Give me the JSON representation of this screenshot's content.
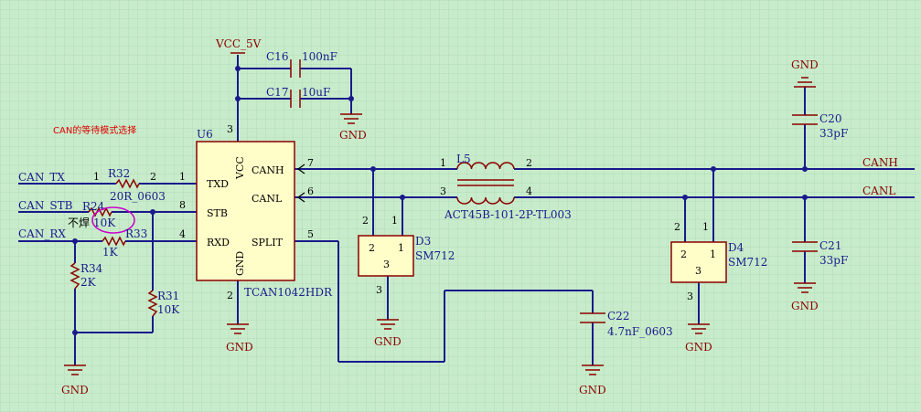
{
  "power": {
    "vcc": "VCC_5V",
    "gnd": "GND"
  },
  "note": "CAN的等待模式选择",
  "note_mark": "不焊",
  "chip": {
    "ref": "U6",
    "part": "TCAN1042HDR",
    "pins": {
      "txd": "TXD",
      "stb": "STB",
      "rxd": "RXD",
      "vcc": "VCC",
      "gnd": "GND",
      "canh": "CANH",
      "canl": "CANL",
      "split": "SPLIT"
    },
    "pin_numbers": {
      "txd": "1",
      "stb": "8",
      "rxd": "4",
      "vcc": "3",
      "gnd": "2",
      "canh": "7",
      "canl": "6",
      "split": "5"
    }
  },
  "signals": {
    "tx": "CAN_TX",
    "stb": "CAN_STB",
    "rx": "CAN_RX",
    "canh": "CANH",
    "canl": "CANL"
  },
  "components": {
    "c16": {
      "ref": "C16",
      "value": "100nF"
    },
    "c17": {
      "ref": "C17",
      "value": "10uF"
    },
    "c20": {
      "ref": "C20",
      "value": "33pF"
    },
    "c21": {
      "ref": "C21",
      "value": "33pF"
    },
    "c22": {
      "ref": "C22",
      "value": "4.7nF_0603"
    },
    "r32": {
      "ref": "R32",
      "value": "20R_0603",
      "p1": "1",
      "p2": "2"
    },
    "r24": {
      "ref": "R24",
      "value": "10K"
    },
    "r33": {
      "ref": "R33",
      "value": "1K"
    },
    "r34": {
      "ref": "R34",
      "value": "2K"
    },
    "r31": {
      "ref": "R31",
      "value": "10K"
    },
    "l5": {
      "ref": "L5",
      "value": "ACT45B-101-2P-TL003",
      "p1": "1",
      "p2": "2",
      "p3": "3",
      "p4": "4"
    },
    "d3": {
      "ref": "D3",
      "value": "SM712",
      "p1": "1",
      "p2": "2",
      "p3": "3"
    },
    "d4": {
      "ref": "D4",
      "value": "SM712",
      "p1": "1",
      "p2": "2",
      "p3": "3"
    }
  },
  "colors": {
    "background": "#c8eccb",
    "wire": "#1a1a8c",
    "part": "#8b0000",
    "note": "#e00000"
  }
}
